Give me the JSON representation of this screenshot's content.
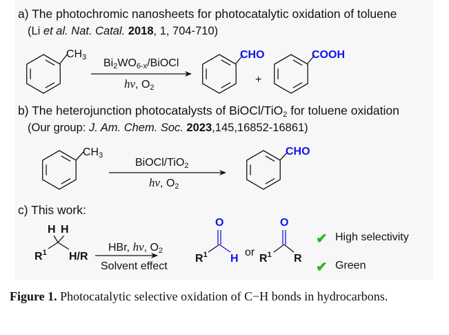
{
  "panel_a": {
    "title": "a) The photochromic nanosheets for photocatalytic oxidation of toluene",
    "ref_open": "(Li ",
    "ref_etal": "et al. Nat. Catal.",
    "ref_year": "2018",
    "ref_rest": ", 1, 704-710)",
    "substituent": "CH",
    "substituent_sub": "3",
    "reagent_bi": "Bi",
    "reagent_bi_sub": "2",
    "reagent_wo": "WO",
    "reagent_wo_sub": "6-x",
    "reagent_rest": "/BiOCl",
    "cond_hv": "hv",
    "cond_o": ", O",
    "cond_o_sub": "2",
    "product1": "CHO",
    "plus": "+",
    "product2": "COOH"
  },
  "panel_b": {
    "title": "b) The heterojunction photocatalysts of BiOCl/TiO",
    "title_sub": "2",
    "title_rest": " for toluene oxidation",
    "ref_open": "(Our group: ",
    "ref_journal": "J. Am. Chem. Soc.",
    "ref_year": "2023",
    "ref_rest": ",145,16852-16861)",
    "substituent": "CH",
    "substituent_sub": "3",
    "reagent": "BiOCl/TiO",
    "reagent_sub": "2",
    "cond_hv": "hv",
    "cond_o": ", O",
    "cond_o_sub": "2",
    "product": "CHO"
  },
  "panel_c": {
    "title": "c) This work:",
    "h1": "H",
    "h2": "H",
    "r1": "R",
    "r1_sup": "1",
    "hr": "H/R",
    "reagent": "HBr, ",
    "cond_hv": "hv",
    "cond_o": ", O",
    "cond_o_sub": "2",
    "solvent": "Solvent effect",
    "aldehyde_o": "O",
    "aldehyde_h": "H",
    "or": "or",
    "ketone_o": "O",
    "ketone_r": "R",
    "benefits": [
      "High selectivity",
      "Green"
    ],
    "check_color": "#2bb52b"
  },
  "caption": {
    "label": "Figure 1.",
    "text": " Photocatalytic selective oxidation of C−H bonds in hydrocarbons."
  }
}
